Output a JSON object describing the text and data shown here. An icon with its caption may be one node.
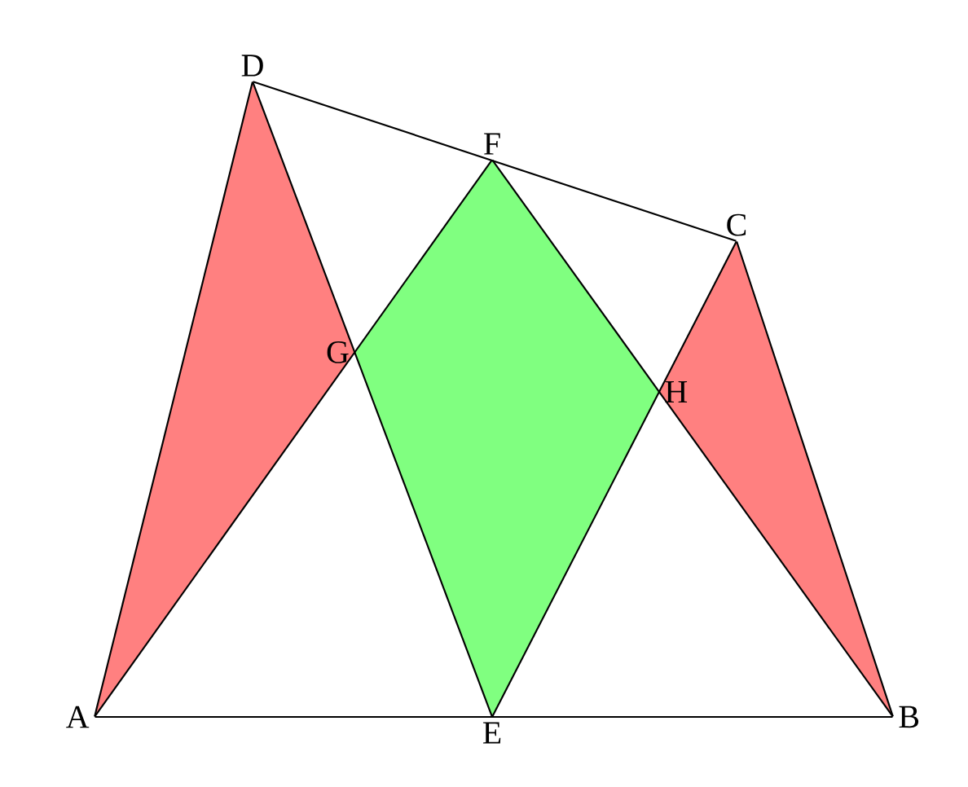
{
  "diagram": {
    "nodes": [
      {
        "text": [
          "A"
        ]
      },
      {
        "text": [
          "B"
        ]
      },
      {
        "text": [
          "C"
        ]
      },
      {
        "text": [
          "D"
        ]
      },
      {
        "text": [
          "E"
        ]
      },
      {
        "text": [
          "F"
        ]
      },
      {
        "text": [
          "G"
        ]
      },
      {
        "text": [
          "H"
        ]
      }
    ],
    "edges": [
      {
        "from": 0,
        "to": 1,
        "arrow": "none"
      },
      {
        "from": 1,
        "to": 2,
        "arrow": "none"
      },
      {
        "from": 2,
        "to": 3,
        "arrow": "none"
      },
      {
        "from": 3,
        "to": 0,
        "arrow": "none"
      },
      {
        "from": 0,
        "to": 5,
        "arrow": "none"
      },
      {
        "from": 5,
        "to": 1,
        "arrow": "none"
      },
      {
        "from": 3,
        "to": 4,
        "arrow": "none"
      },
      {
        "from": 4,
        "to": 2,
        "arrow": "none"
      }
    ]
  }
}
